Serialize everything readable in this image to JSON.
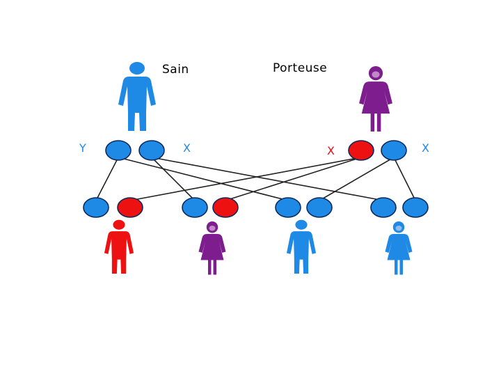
{
  "parents": {
    "father": {
      "label": "Sain",
      "color": "#1e8ae6",
      "chromosomes": [
        "Y",
        "X"
      ]
    },
    "mother": {
      "label": "Porteuse",
      "color": "#7e1e8e",
      "chromosomes": [
        "X",
        "X"
      ]
    }
  },
  "chromosome_label_colors": {
    "Y": "#1e8ae6",
    "X_father": "#1e8ae6",
    "X_mother_affected": "#e0101e",
    "X_mother_normal": "#1e8ae6"
  },
  "colors": {
    "normal": "#1e8ae6",
    "affected": "#ee1111",
    "carrier": "#7e1e8e",
    "outline": "#0b2a5a",
    "line": "#222222"
  },
  "children": [
    {
      "sex": "male",
      "status": "affected",
      "alleles": [
        "normal",
        "affected"
      ]
    },
    {
      "sex": "female",
      "status": "carrier",
      "alleles": [
        "normal",
        "affected"
      ]
    },
    {
      "sex": "male",
      "status": "normal",
      "alleles": [
        "normal",
        "normal"
      ]
    },
    {
      "sex": "female",
      "status": "normal",
      "alleles": [
        "normal",
        "normal"
      ]
    }
  ]
}
